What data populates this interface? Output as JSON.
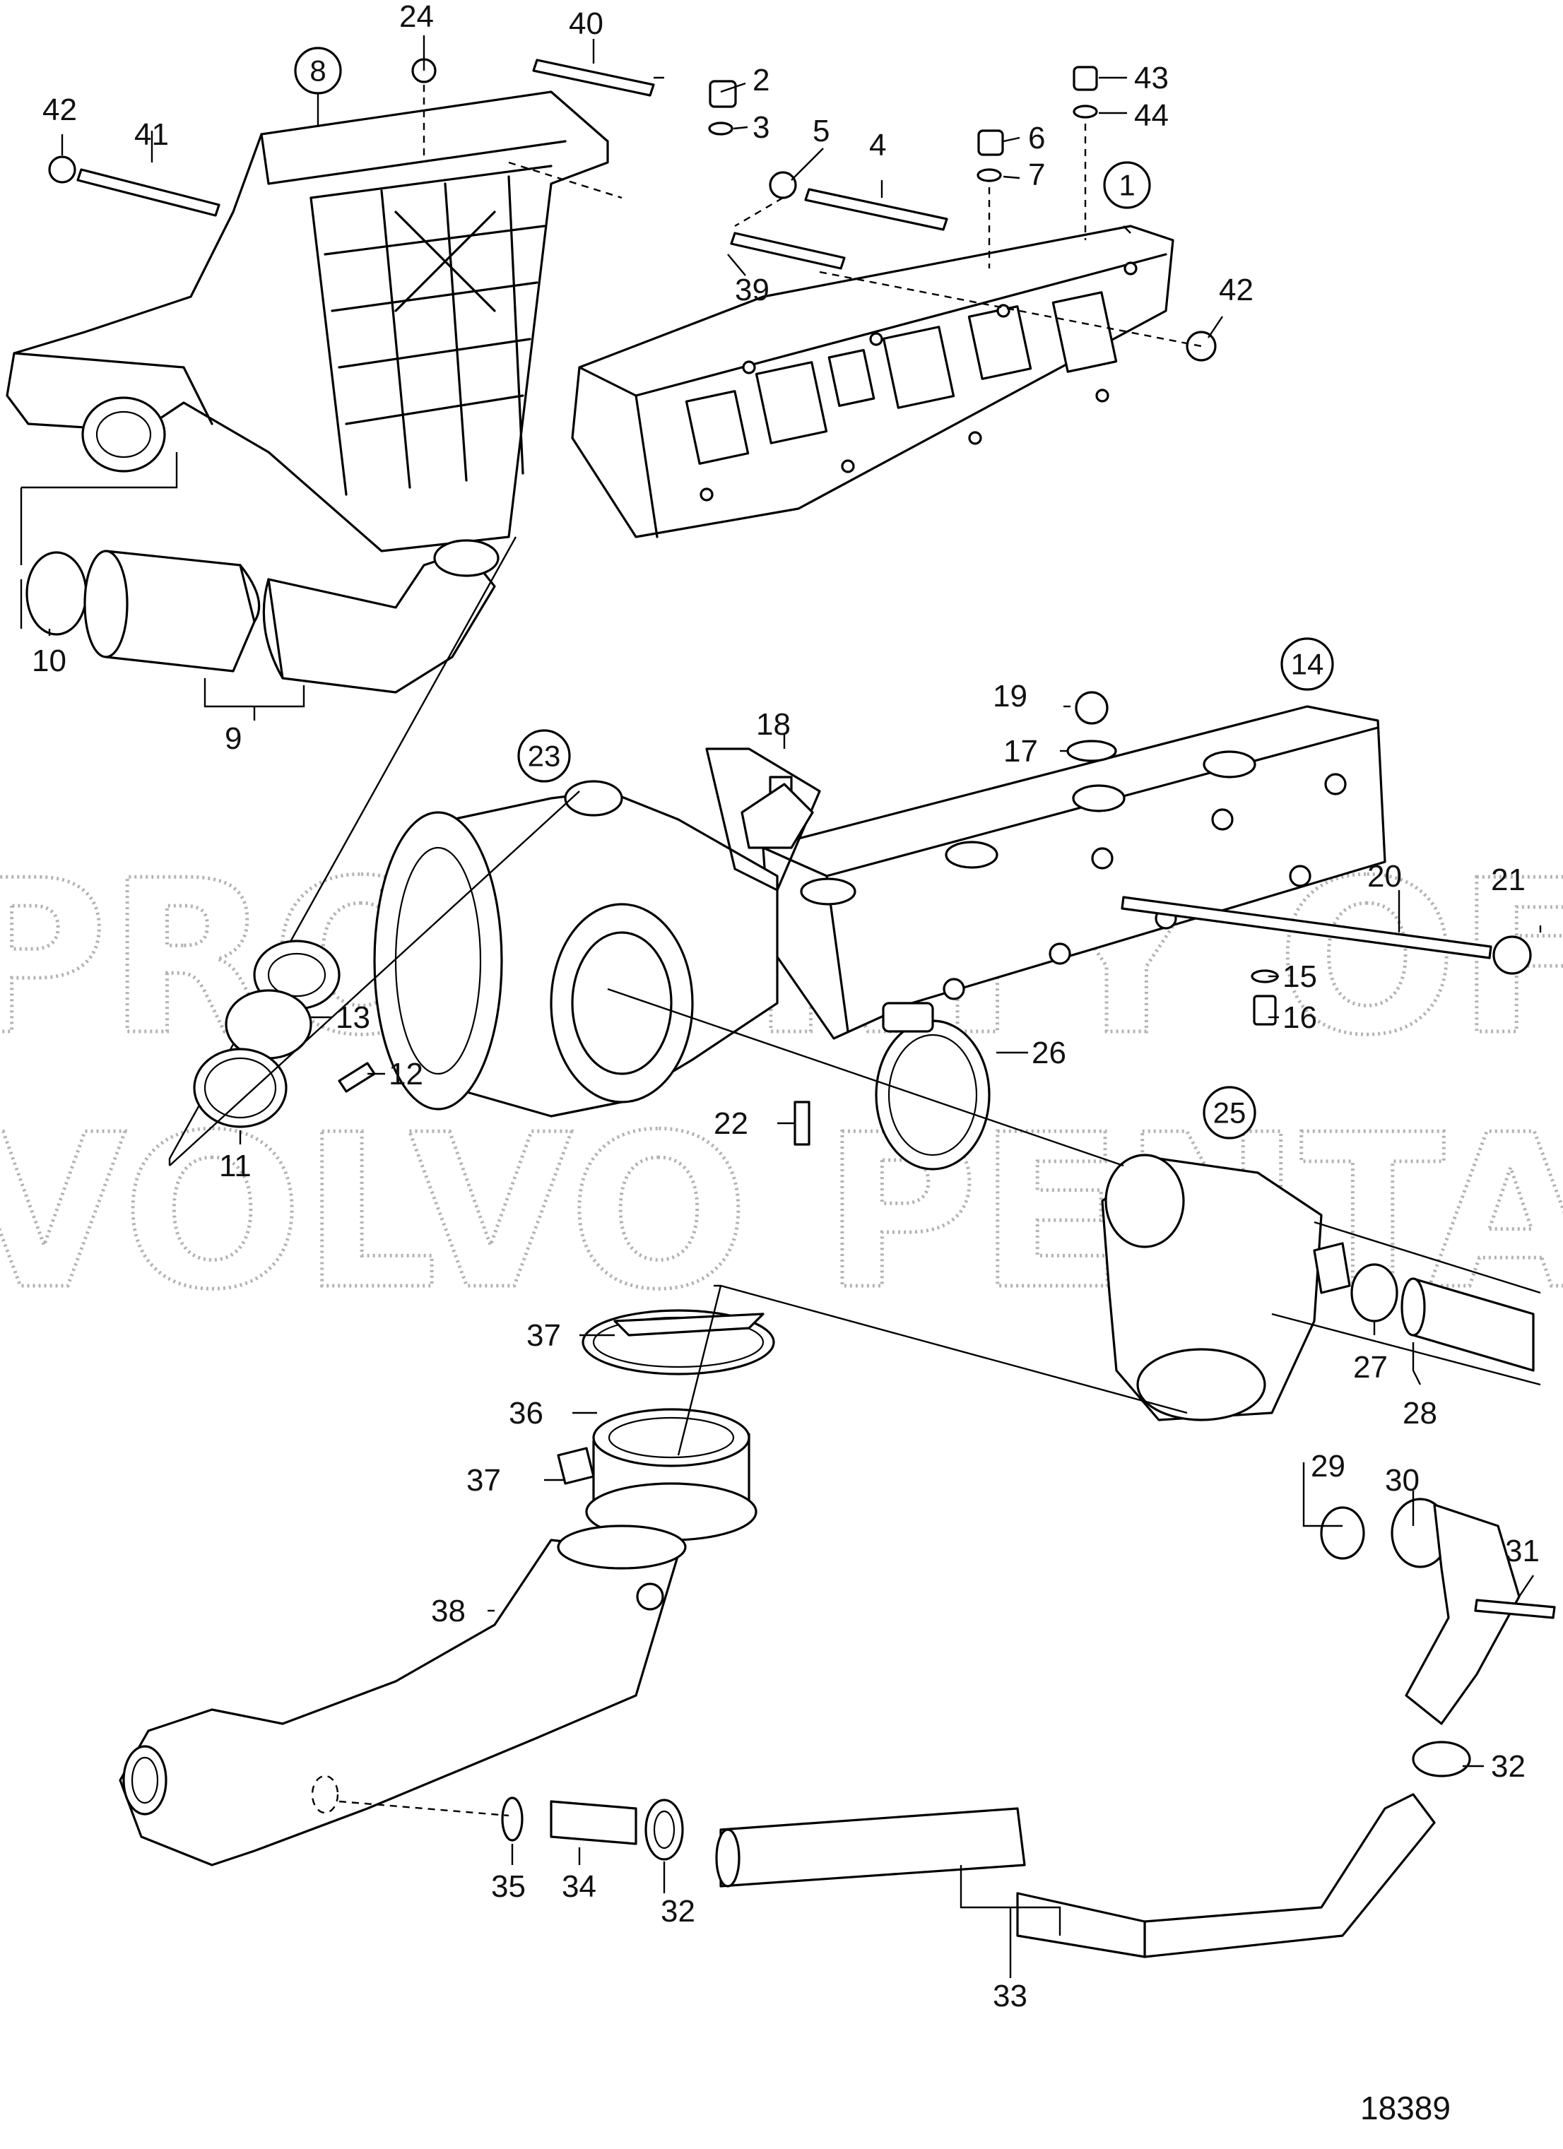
{
  "diagram": {
    "watermark_line1": "PROPERTY OF",
    "watermark_line2": "VOLVO PENTA",
    "reference_number": "18389",
    "circled_labels": [
      "8",
      "1",
      "14",
      "23",
      "25"
    ],
    "labels": [
      "24",
      "40",
      "2",
      "43",
      "44",
      "42",
      "41",
      "3",
      "5",
      "4",
      "6",
      "7",
      "39",
      "42",
      "10",
      "9",
      "19",
      "18",
      "17",
      "20",
      "21",
      "15",
      "16",
      "13",
      "12",
      "11",
      "26",
      "22",
      "37",
      "36",
      "37",
      "38",
      "27",
      "28",
      "29",
      "30",
      "31",
      "32",
      "35",
      "34",
      "32",
      "33"
    ]
  }
}
